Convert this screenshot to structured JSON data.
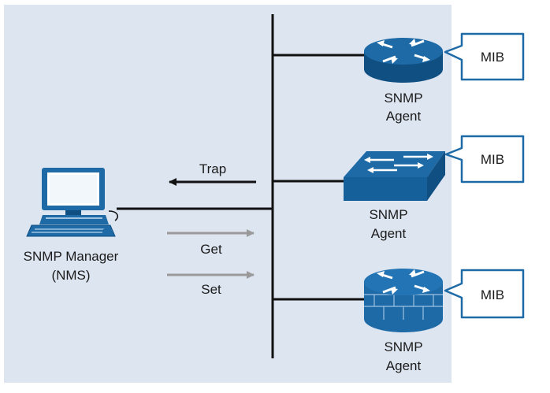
{
  "diagram": {
    "colors": {
      "background": "#dde5f1",
      "device_blue": "#1d6aa6",
      "device_dark": "#0f4f82",
      "line": "#111111",
      "gray_arrow": "#9a9a9a",
      "callout_border": "#1d6aa6"
    },
    "manager": {
      "icon": "computer-icon",
      "label_line1": "SNMP Manager",
      "label_line2": "(NMS)"
    },
    "messages": {
      "trap": "Trap",
      "get": "Get",
      "set": "Set"
    },
    "agents": [
      {
        "icon": "router-icon",
        "label_line1": "SNMP",
        "label_line2": "Agent",
        "mib": "MIB"
      },
      {
        "icon": "switch-icon",
        "label_line1": "SNMP",
        "label_line2": "Agent",
        "mib": "MIB"
      },
      {
        "icon": "firewall-router-icon",
        "label_line1": "SNMP",
        "label_line2": "Agent",
        "mib": "MIB"
      }
    ]
  }
}
